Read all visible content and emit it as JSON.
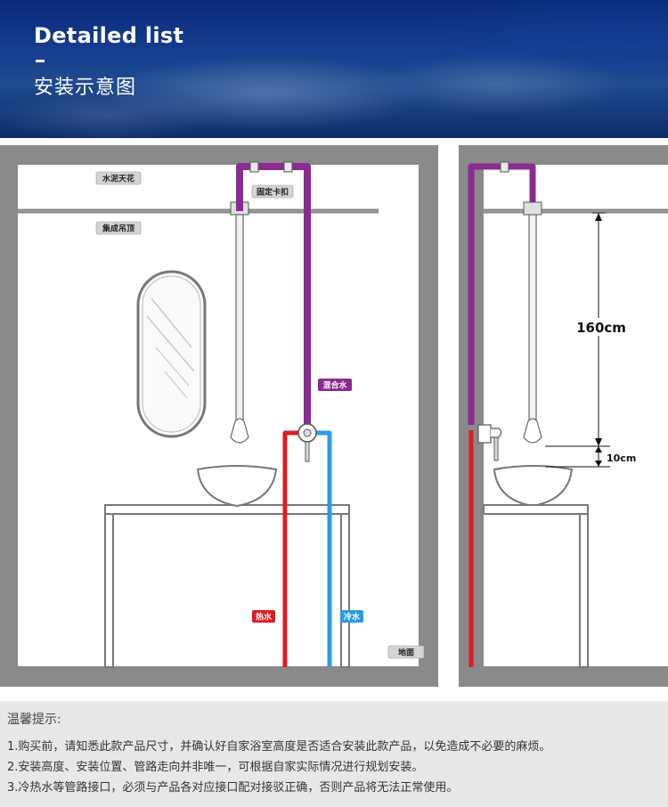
{
  "banner": {
    "title": "Detailed list",
    "subtitle": "安装示意图",
    "colors": {
      "deep": "#0a2a78",
      "mid": "#1f4a8f"
    }
  },
  "diagram": {
    "labels": {
      "ceiling": "水泥天花",
      "suspended_ceiling": "集成吊顶",
      "clamp": "固定卡扣",
      "mixed_water": "混合水",
      "hot_water": "热水",
      "cold_water": "冷水",
      "floor": "地面"
    },
    "dimensions": {
      "shower_height": "160cm",
      "gap": "10cm"
    },
    "colors": {
      "mixed": "#8b2a91",
      "hot": "#e01b24",
      "cold": "#2b9be6",
      "wall": "#8a8a8a",
      "pipe_outline": "#666666"
    }
  },
  "tips": {
    "title": "温馨提示:",
    "items": [
      "1.购买前，请知悉此款产品尺寸，并确认好自家浴室高度是否适合安装此款产品，以免造成不必要的麻烦。",
      "2.安装高度、安装位置、管路走向并非唯一，可根据自家实际情况进行规划安装。",
      "3.冷热水等管路接口，必须与产品各对应接口配对接驳正确，否则产品将无法正常使用。"
    ]
  }
}
